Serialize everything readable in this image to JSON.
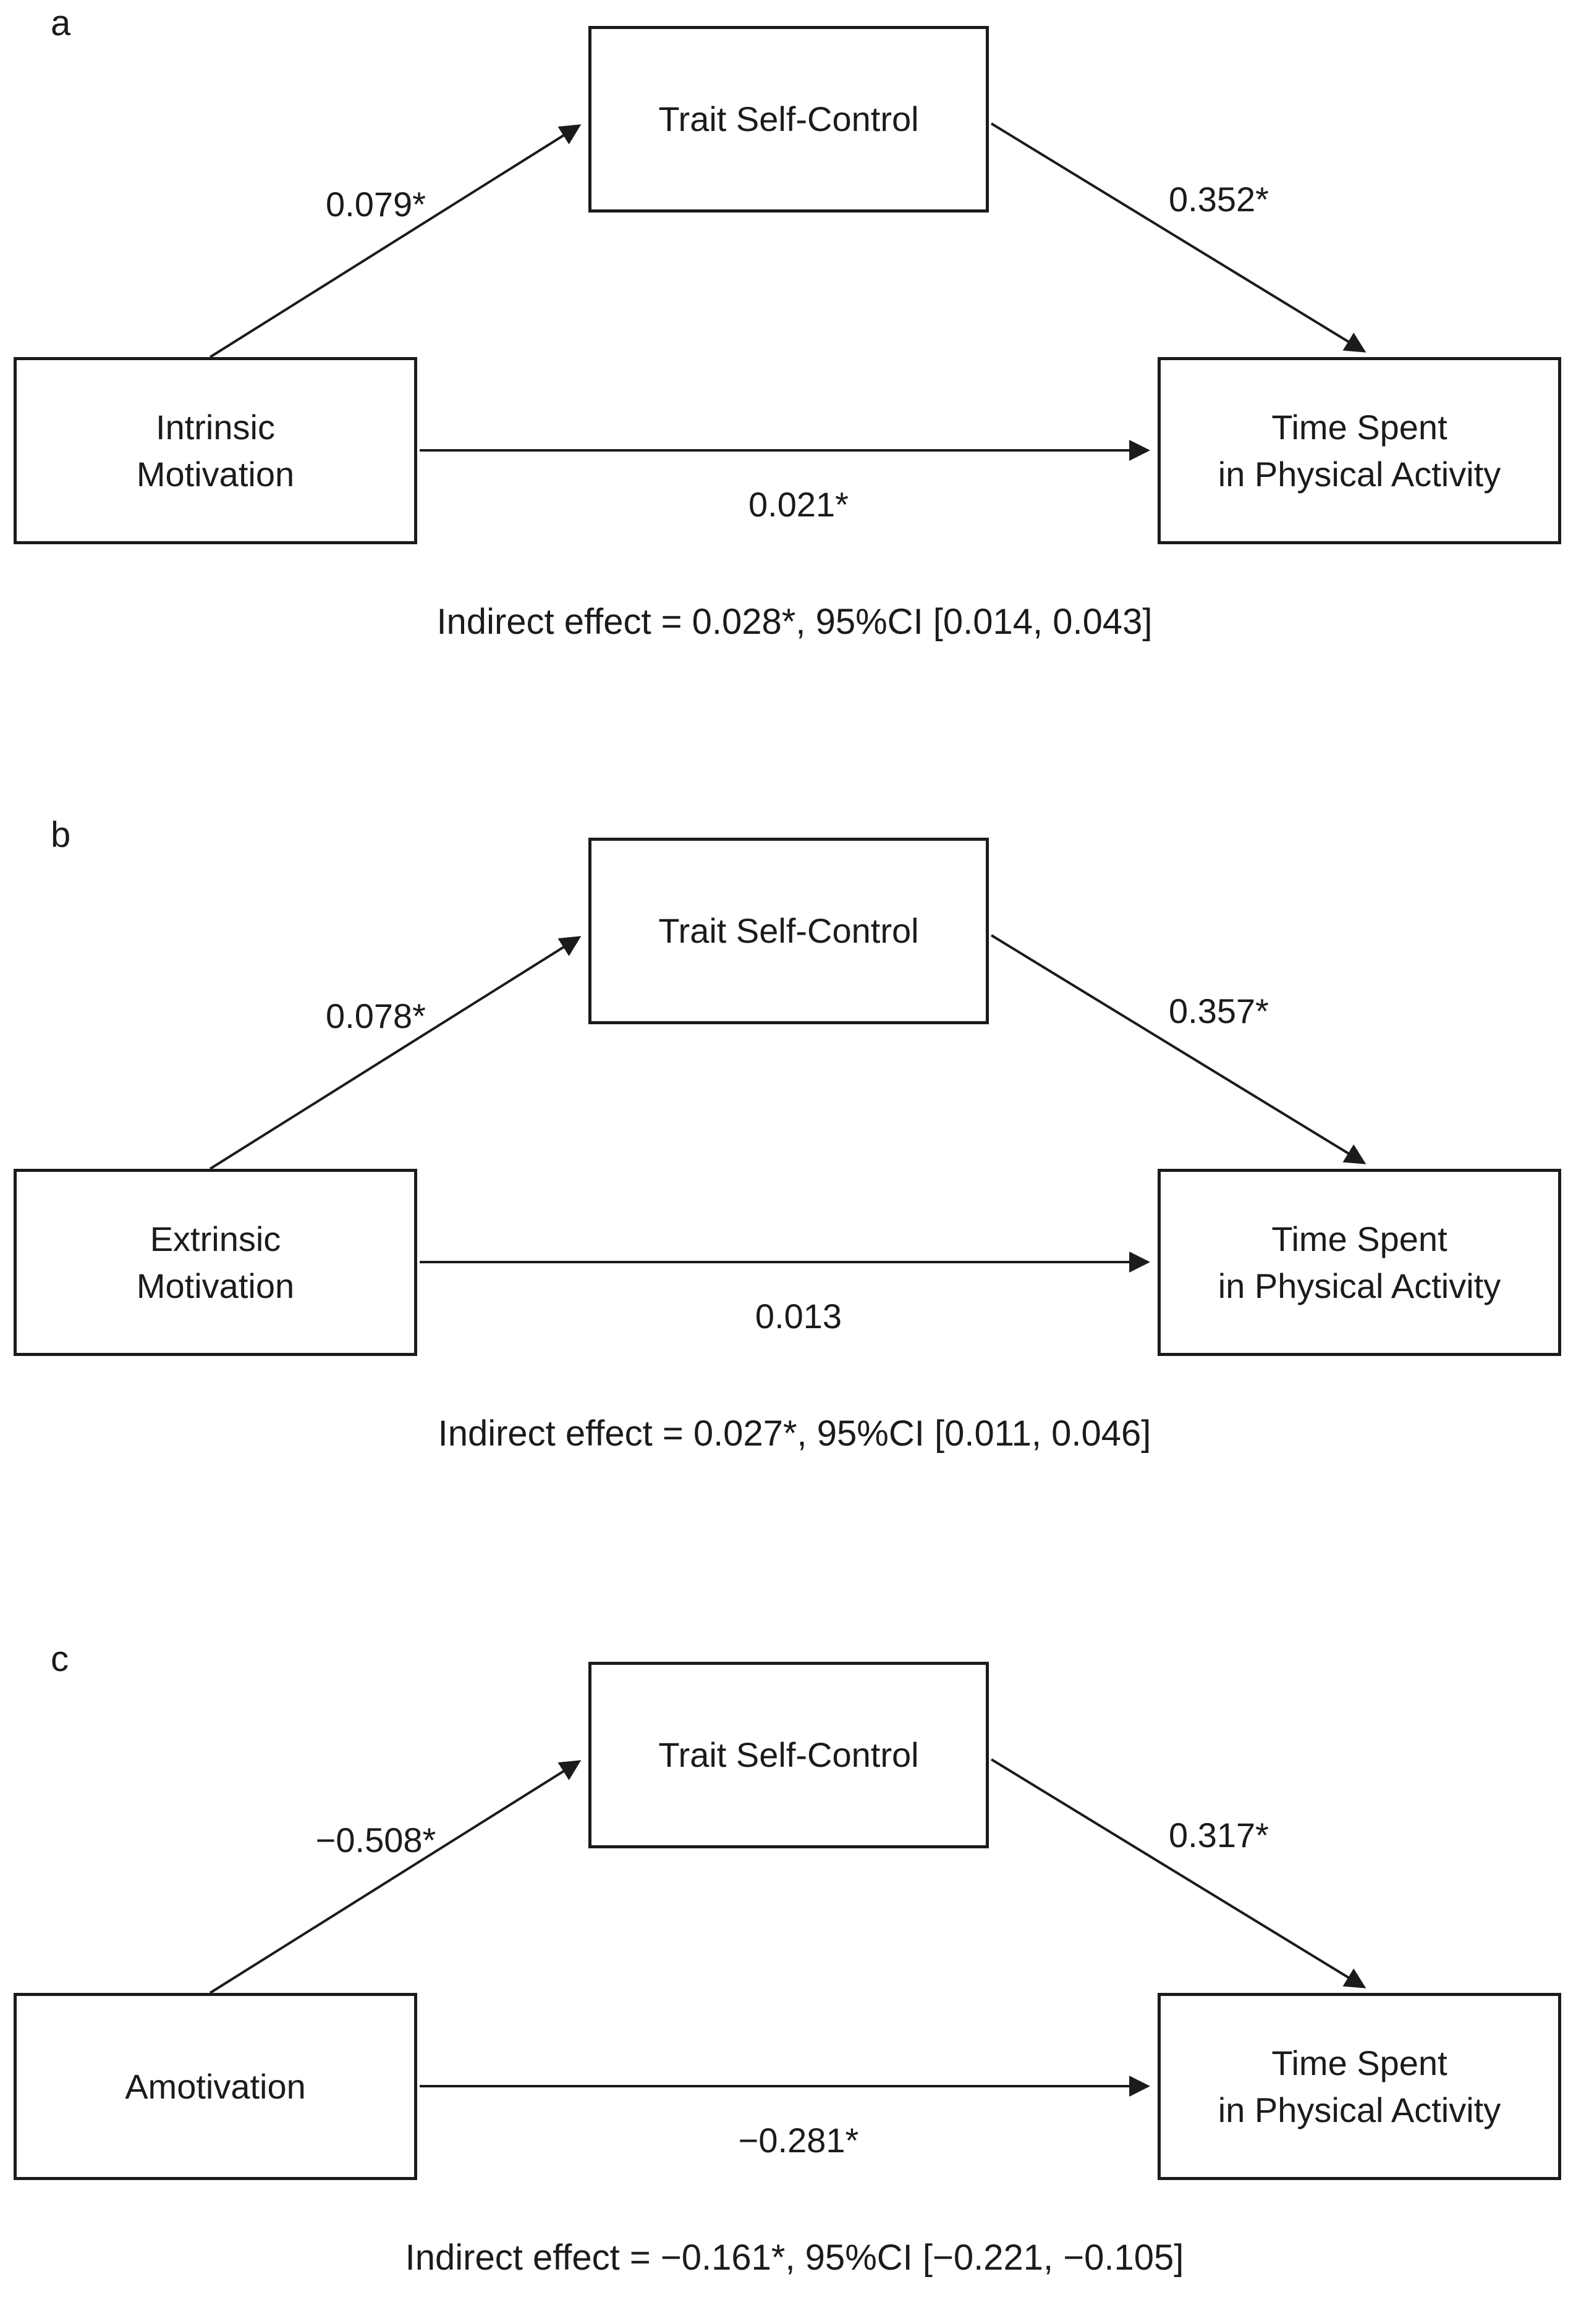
{
  "figure": {
    "background_color": "#ffffff",
    "line_color": "#1b1b1b",
    "text_color": "#1b1b1b",
    "panels": [
      {
        "label": "a",
        "predictor": "Intrinsic\nMotivation",
        "mediator": "Trait Self-Control",
        "outcome": "Time Spent\nin Physical Activity",
        "path_a_coef": "0.079*",
        "path_b_coef": "0.352*",
        "path_c_coef": "0.021*",
        "indirect_effect": "Indirect effect = 0.028*, 95%CI [0.014, 0.043]"
      },
      {
        "label": "b",
        "predictor": "Extrinsic\nMotivation",
        "mediator": "Trait Self-Control",
        "outcome": "Time Spent\nin Physical Activity",
        "path_a_coef": "0.078*",
        "path_b_coef": "0.357*",
        "path_c_coef": "0.013",
        "indirect_effect": "Indirect effect = 0.027*, 95%CI [0.011, 0.046]"
      },
      {
        "label": "c",
        "predictor": "Amotivation",
        "mediator": "Trait Self-Control",
        "outcome": "Time Spent\nin Physical Activity",
        "path_a_coef": "−0.508*",
        "path_b_coef": "0.317*",
        "path_c_coef": "−0.281*",
        "indirect_effect": "Indirect effect = −0.161*, 95%CI [−0.221, −0.105]"
      }
    ]
  }
}
